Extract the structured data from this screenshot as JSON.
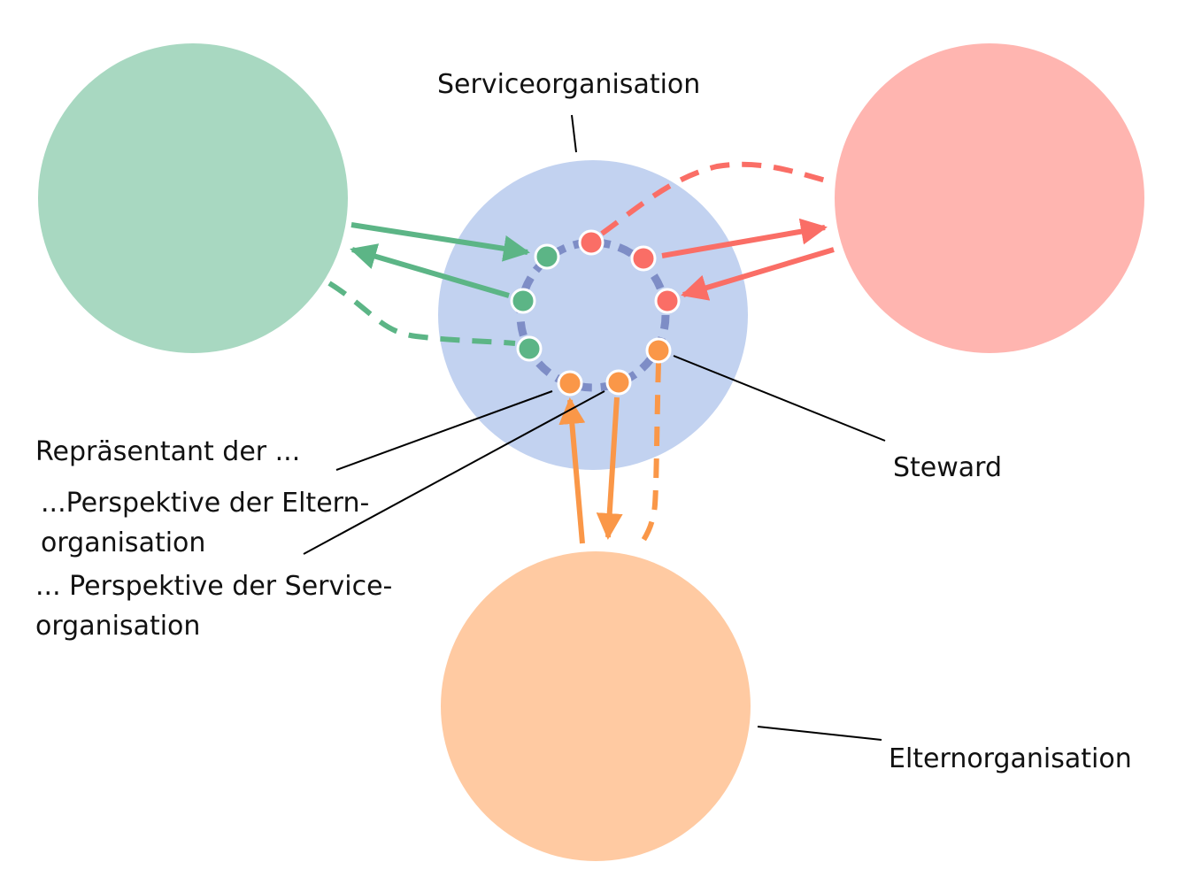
{
  "labels": {
    "service_org": "Serviceorganisation",
    "steward": "Steward",
    "parent_org": "Elternorganisation",
    "representative": "Repräsentant der ...",
    "perspective_parent_line1": "...Perspektive der Eltern-",
    "perspective_parent_line2": "organisation",
    "perspective_service_line1": "... Perspektive der Service-",
    "perspective_service_line2": "organisation"
  },
  "colors": {
    "green_circle": "#a8d8c1",
    "red_circle": "#ffb5b0",
    "orange_circle": "#ffcaa2",
    "blue_circle": "#c2d2f0",
    "ring": "#7e8dc6",
    "green": "#5cb586",
    "red": "#fa6e66",
    "orange": "#fa9748"
  }
}
